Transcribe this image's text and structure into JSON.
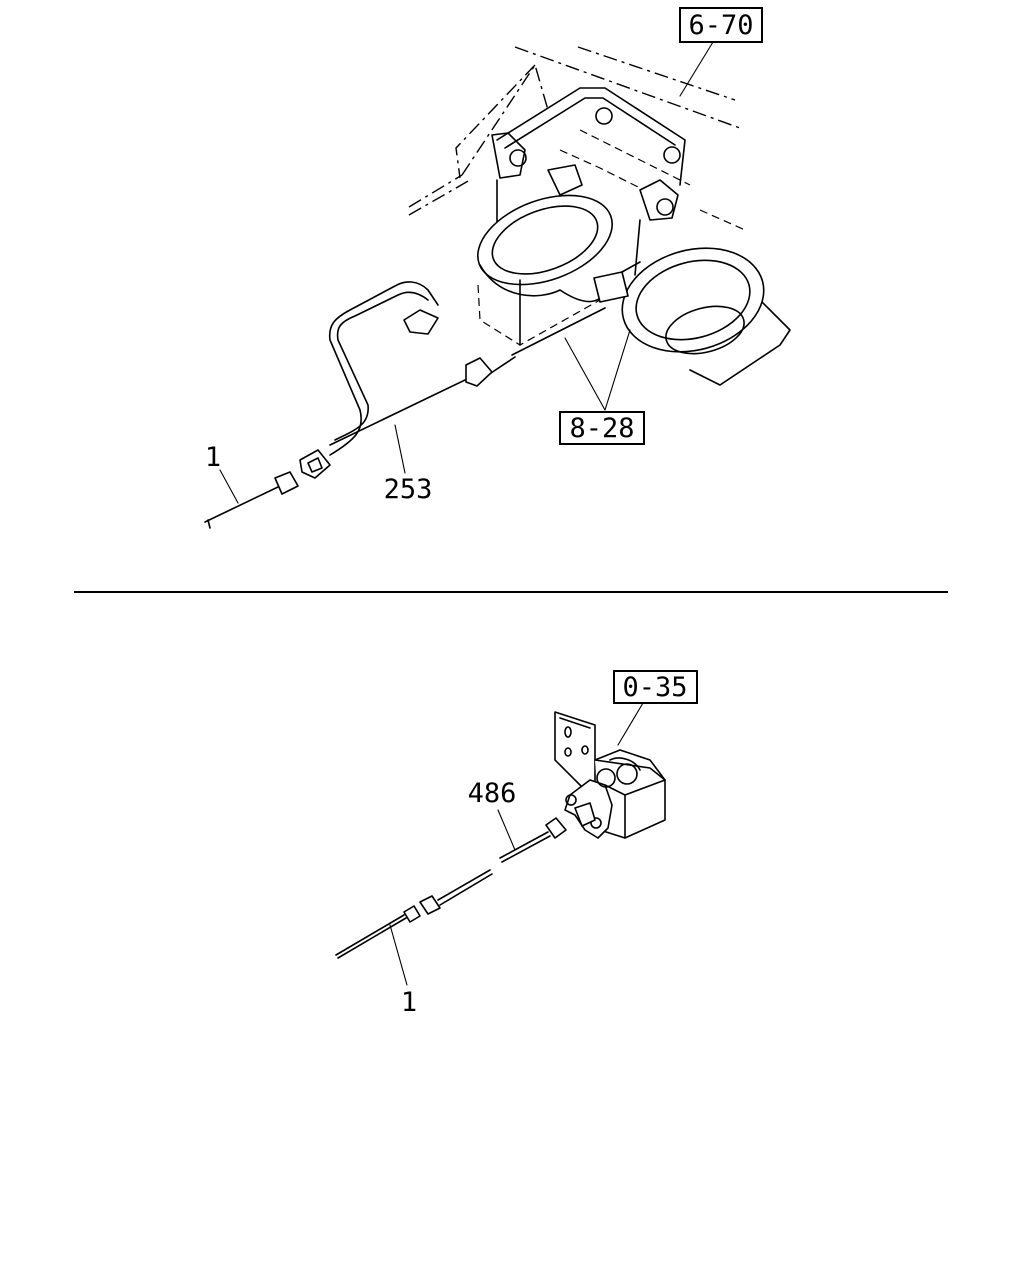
{
  "top_diagram": {
    "ref_engine": "6-70",
    "ref_horns": "8-28",
    "part_harness": "253",
    "part_wire": "1"
  },
  "bottom_diagram": {
    "ref_bracket": "0-35",
    "part_cable": "486",
    "part_wire": "1"
  }
}
